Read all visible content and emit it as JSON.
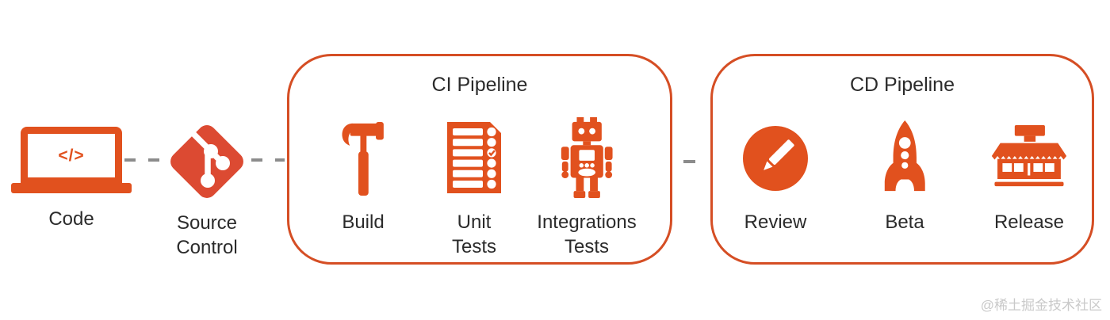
{
  "colors": {
    "accent": "#E1511E",
    "git": "#DC4A32",
    "box-border": "#D54E24",
    "dash": "#8C8C8C",
    "text": "#2B2B2B",
    "watermark": "#C9C9C9"
  },
  "stations": {
    "code": {
      "label": "Code",
      "icon": "laptop-code-icon",
      "screen_text": "</>"
    },
    "source_control": {
      "label_line1": "Source",
      "label_line2": "Control",
      "icon": "git-icon"
    }
  },
  "ci": {
    "title": "CI Pipeline",
    "items": [
      {
        "label_line1": "Build",
        "label_line2": "",
        "icon": "hammer-icon"
      },
      {
        "label_line1": "Unit",
        "label_line2": "Tests",
        "icon": "checklist-icon"
      },
      {
        "label_line1": "Integrations",
        "label_line2": "Tests",
        "icon": "robot-icon"
      }
    ]
  },
  "cd": {
    "title": "CD Pipeline",
    "items": [
      {
        "label_line1": "Review",
        "label_line2": "",
        "icon": "pencil-circle-icon"
      },
      {
        "label_line1": "Beta",
        "label_line2": "",
        "icon": "rocket-icon"
      },
      {
        "label_line1": "Release",
        "label_line2": "",
        "icon": "storefront-icon"
      }
    ]
  },
  "watermark": "@稀土掘金技术社区"
}
